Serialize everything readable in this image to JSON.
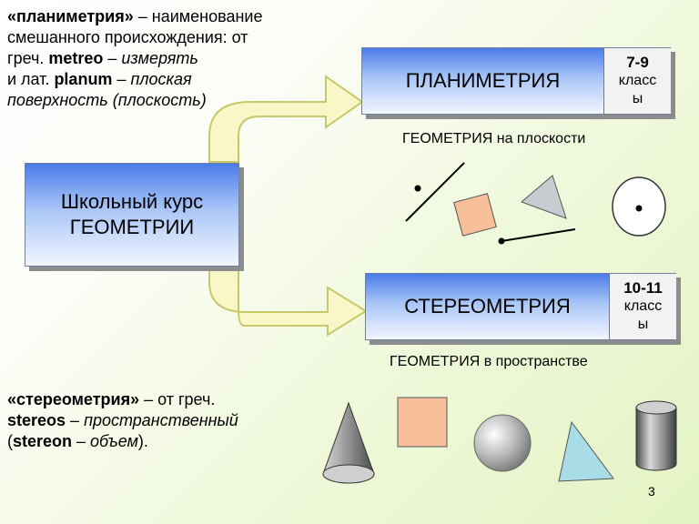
{
  "notes": {
    "plan_line1_a": "«планиметрия»",
    "plan_line1_b": " – наименование",
    "plan_line2": "смешанного происхождения: от",
    "plan_line3_a": "греч. ",
    "plan_line3_b": "metreo",
    "plan_line3_c": "  – ",
    "plan_line3_d": "измерять",
    "plan_line4_a": "и лат. ",
    "plan_line4_b": "planum",
    "plan_line4_c": " – ",
    "plan_line4_d": "плоская",
    "plan_line5": "поверхность (плоскость)",
    "stereo_line1_a": "«стереометрия»",
    "stereo_line1_b": " – от греч.",
    "stereo_line2_a": "stereos",
    "stereo_line2_b": " – ",
    "stereo_line2_c": "пространственный",
    "stereo_line3_a": "(",
    "stereo_line3_b": "stereon",
    "stereo_line3_c": " – ",
    "stereo_line3_d": "объем",
    "stereo_line3_e": ")."
  },
  "course_box": {
    "line1": "Школьный курс",
    "line2": "ГЕОМЕТРИИ"
  },
  "planimetry": {
    "title": "ПЛАНИМЕТРИЯ",
    "grade_num": "7-9",
    "grade_word1": "класс",
    "grade_word2": "ы",
    "caption": "ГЕОМЕТРИЯ на плоскости"
  },
  "stereometry": {
    "title": "СТЕРЕОМЕТРИЯ",
    "grade_num": "10-11",
    "grade_word1": "класс",
    "grade_word2": "ы",
    "caption": "ГЕОМЕТРИЯ в пространстве"
  },
  "page_number": "3",
  "colors": {
    "box_top": "#4a7be8",
    "arrow_fill": "#f7f7c8",
    "arrow_stroke": "#c8c86a",
    "square_fill": "#f8c09a",
    "triangle2d_fill": "#c8ccd0",
    "triangle3d_fill": "#a8dde8"
  }
}
